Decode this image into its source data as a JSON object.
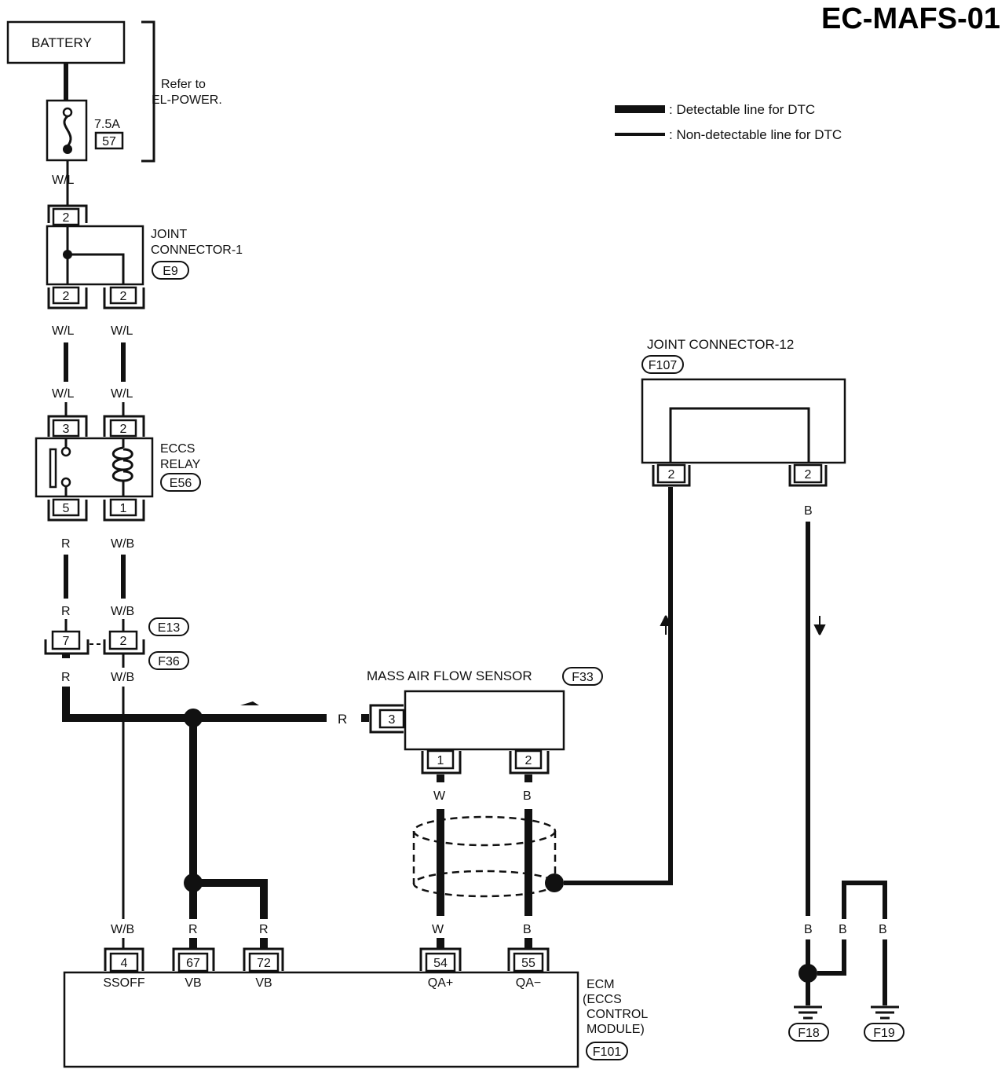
{
  "diagram_id": "EC-MAFS-01",
  "legend": {
    "detectable": ": Detectable line for DTC",
    "nondetectable": ": Non-detectable line for DTC"
  },
  "battery": "BATTERY",
  "refer": {
    "line1": "Refer to",
    "line2": "EL-POWER."
  },
  "fuse": {
    "rating": "7.5A",
    "number": "57"
  },
  "joint1": {
    "line1": "JOINT",
    "line2": "CONNECTOR-1",
    "id": "E9"
  },
  "relay": {
    "line1": "ECCS",
    "line2": "RELAY",
    "id": "E56"
  },
  "conn_e13": "E13",
  "conn_f36": "F36",
  "maf": {
    "label": "MASS AIR FLOW SENSOR",
    "id": "F33"
  },
  "joint12": {
    "label": "JOINT CONNECTOR-12",
    "id": "F107"
  },
  "ecm": {
    "line1": "ECM",
    "line2": "(ECCS",
    "line3": "CONTROL",
    "line4": "MODULE)",
    "id": "F101"
  },
  "grounds": {
    "g1": "F18",
    "g2": "F19"
  },
  "pins": {
    "p2": "2",
    "p3": "3",
    "p5": "5",
    "p1": "1",
    "p7": "7",
    "p4": "4",
    "p67": "67",
    "p72": "72",
    "p54": "54",
    "p55": "55"
  },
  "ecm_terms": {
    "ssoff": "SSOFF",
    "vb": "VB",
    "qap": "QA+",
    "qam": "QA−"
  },
  "wires": {
    "wl": "W/L",
    "r": "R",
    "wb": "W/B",
    "w": "W",
    "b": "B"
  }
}
